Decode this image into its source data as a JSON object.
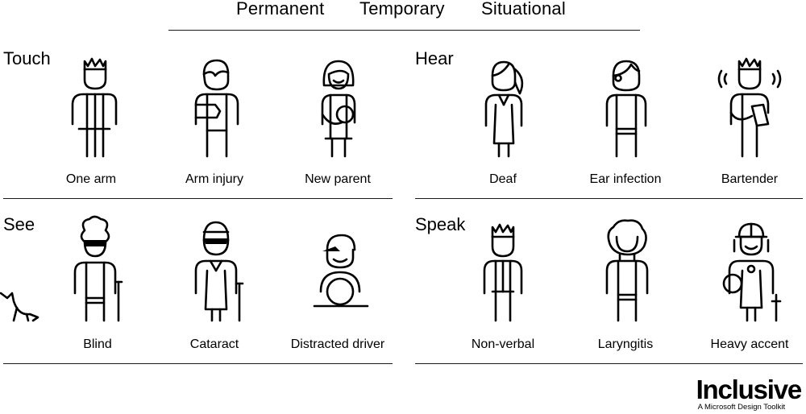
{
  "header": {
    "columns": [
      "Permanent",
      "Temporary",
      "Situational"
    ]
  },
  "sections": [
    {
      "title": "Touch",
      "items": [
        {
          "label": "One arm",
          "icon": "person-one-arm-icon"
        },
        {
          "label": "Arm injury",
          "icon": "person-arm-sling-icon"
        },
        {
          "label": "New parent",
          "icon": "person-holding-baby-icon"
        }
      ]
    },
    {
      "title": "Hear",
      "items": [
        {
          "label": "Deaf",
          "icon": "person-ponytail-icon"
        },
        {
          "label": "Ear infection",
          "icon": "person-ear-infection-icon"
        },
        {
          "label": "Bartender",
          "icon": "person-noisy-bar-icon"
        }
      ]
    },
    {
      "title": "See",
      "items": [
        {
          "label": "Blind",
          "icon": "person-cane-guide-dog-icon"
        },
        {
          "label": "Cataract",
          "icon": "person-elderly-cane-icon"
        },
        {
          "label": "Distracted driver",
          "icon": "person-driving-icon"
        }
      ]
    },
    {
      "title": "Speak",
      "items": [
        {
          "label": "Non-verbal",
          "icon": "person-non-verbal-icon"
        },
        {
          "label": "Laryngitis",
          "icon": "person-laryngitis-icon"
        },
        {
          "label": "Heavy accent",
          "icon": "person-traveler-icon"
        }
      ]
    }
  ],
  "brand": {
    "title": "Inclusive",
    "subtitle": "A Microsoft Design Toolkit"
  }
}
